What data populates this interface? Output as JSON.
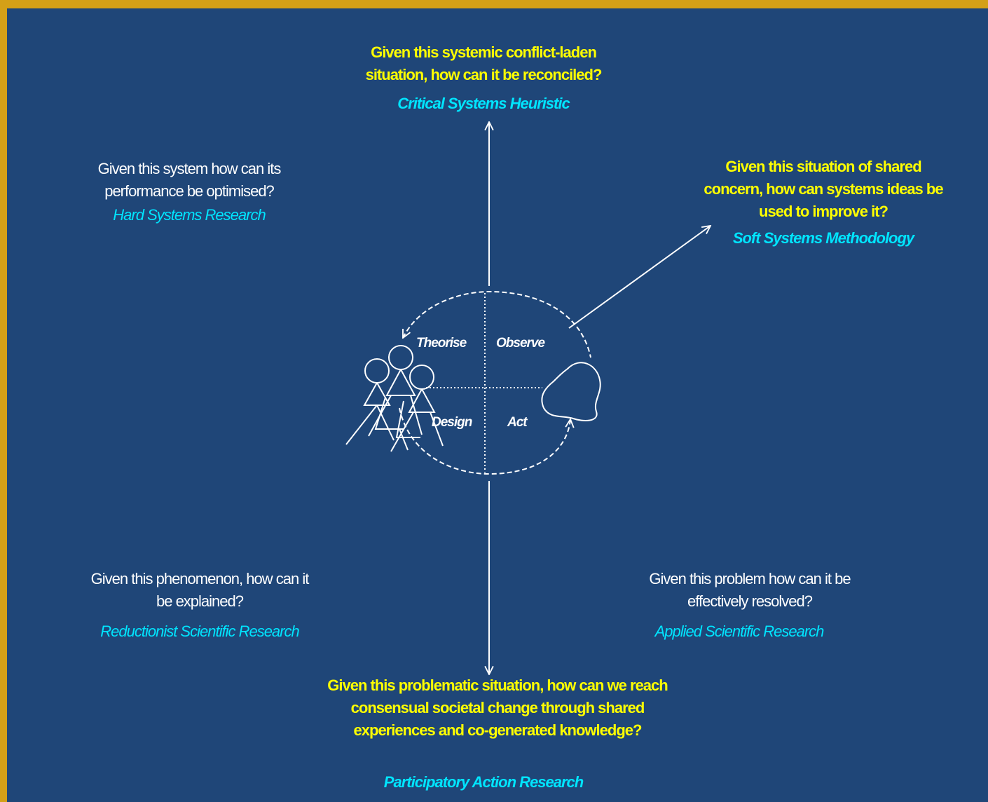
{
  "top": {
    "question_line1": "Given this systemic conflict-laden",
    "question_line2": "situation, how can it be reconciled?",
    "approach": "Critical Systems Heuristic"
  },
  "upper_left": {
    "question_line1": "Given this system how can its",
    "question_line2": "performance be optimised?",
    "approach": "Hard Systems Research"
  },
  "upper_right": {
    "question_line1": "Given this situation of shared",
    "question_line2": "concern, how can systems ideas be",
    "question_line3": "used to improve it?",
    "approach": "Soft Systems Methodology"
  },
  "lower_left": {
    "question_line1": "Given this phenomenon, how can it",
    "question_line2": "be explained?",
    "approach": "Reductionist Scientific Research"
  },
  "lower_right": {
    "question_line1": "Given this problem how can it be",
    "question_line2": "effectively resolved?",
    "approach": "Applied Scientific Research"
  },
  "bottom": {
    "question_line1": "Given this problematic situation, how can we reach",
    "question_line2": "consensual societal change through shared",
    "question_line3": "experiences and co-generated knowledge?",
    "approach": "Participatory Action Research"
  },
  "cycle": {
    "theorise": "Theorise",
    "observe": "Observe",
    "design": "Design",
    "act": "Act"
  },
  "colors": {
    "background": "#1f4678",
    "border": "#d4a017",
    "question_plain": "#ffffff",
    "question_highlight": "#ffff00",
    "approach": "#00e5ff"
  },
  "icons": [
    "people-group-icon",
    "blob-icon"
  ]
}
